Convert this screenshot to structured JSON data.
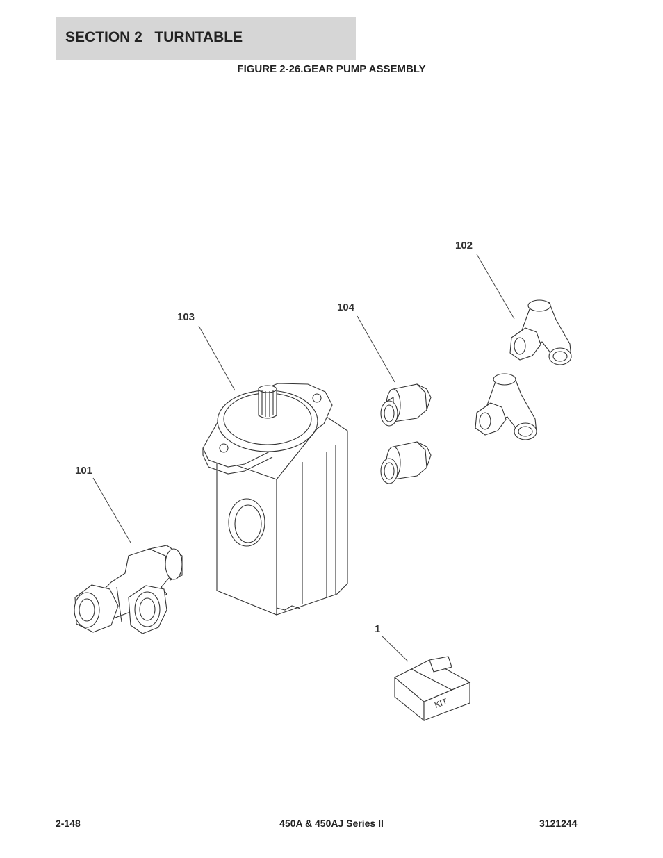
{
  "header": {
    "section_title": "SECTION 2   TURNTABLE",
    "figure_title": "FIGURE 2-26.GEAR PUMP ASSEMBLY"
  },
  "callouts": {
    "c102": "102",
    "c104": "104",
    "c103": "103",
    "c101": "101",
    "c1": "1"
  },
  "kit_label": "KIT",
  "footer": {
    "page_number": "2-148",
    "model": "450A & 450AJ Series II",
    "doc_number": "3121244"
  }
}
